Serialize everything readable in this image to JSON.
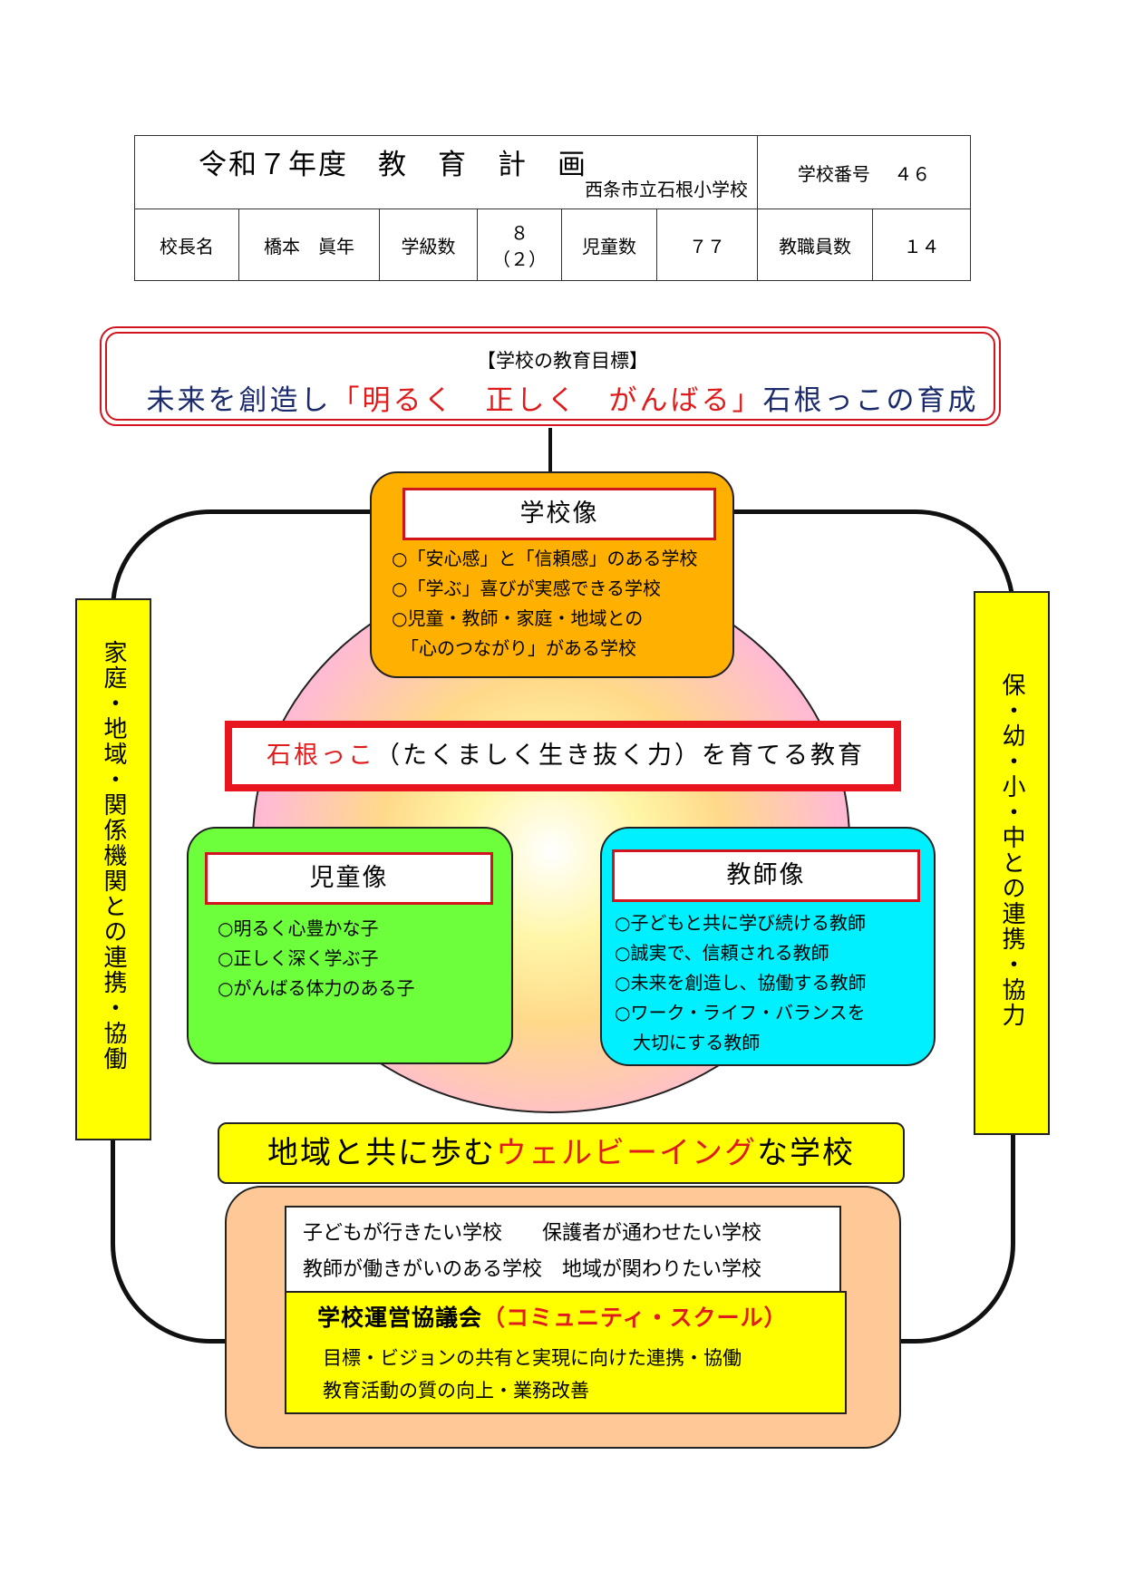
{
  "header": {
    "title": "令和７年度　教　育　計　画",
    "school_name": "西条市立石根小学校",
    "school_number_label": "学校番号",
    "school_number": "４６",
    "principal_label": "校長名",
    "principal_name": "橋本　眞年",
    "classes_label": "学級数",
    "classes_value": "８",
    "classes_sub": "（２）",
    "students_label": "児童数",
    "students_value": "７７",
    "staff_label": "教職員数",
    "staff_value": "１４"
  },
  "goal": {
    "label": "【学校の教育目標】",
    "prefix": "未来を創造し",
    "highlight": "「明るく　正しく　がんばる」",
    "suffix": "石根っこの育成"
  },
  "school_vision": {
    "title": "学校像",
    "items": [
      "○「安心感」と「信頼感」のある学校",
      "○「学ぶ」喜びが実感できる学校",
      "○児童・教師・家庭・地域との",
      "　「心のつながり」がある学校"
    ]
  },
  "center": {
    "highlight": "石根っこ",
    "rest": "（たくましく生き抜く力）を育てる教育"
  },
  "child_vision": {
    "title": "児童像",
    "items": [
      "○明るく心豊かな子",
      "○正しく深く学ぶ子",
      "○がんばる体力のある子"
    ]
  },
  "teacher_vision": {
    "title": "教師像",
    "items": [
      "○子どもと共に学び続ける教師",
      "○誠実で、信頼される教師",
      "○未来を創造し、協働する教師",
      "○ワーク・ライフ・バランスを",
      "　大切にする教師"
    ]
  },
  "side_left": "家庭・地域・関係機関との連携・協働",
  "side_right": "保・幼・小・中との連携・協力",
  "wellbeing": {
    "prefix": "地域と共に歩む",
    "highlight": "ウェルビーイング",
    "suffix": "な学校"
  },
  "bottom": {
    "line1": "子どもが行きたい学校　　保護者が通わせたい学校",
    "line2": "教師が働きがいのある学校　地域が関わりたい学校",
    "cs_title": "学校運営協議会",
    "cs_paren": "（コミュニティ・スクール）",
    "cs_items": [
      "目標・ビジョンの共有と実現に向けた連携・協働",
      "教育活動の質の向上・業務改善"
    ]
  },
  "colors": {
    "red_accent": "#e01b1b",
    "navy_text": "#1a2a6c",
    "orange_box": "#ffb000",
    "green_box": "#6dff3c",
    "cyan_box": "#00f0ff",
    "yellow_box": "#ffff00",
    "peach_box": "#ffc896"
  }
}
